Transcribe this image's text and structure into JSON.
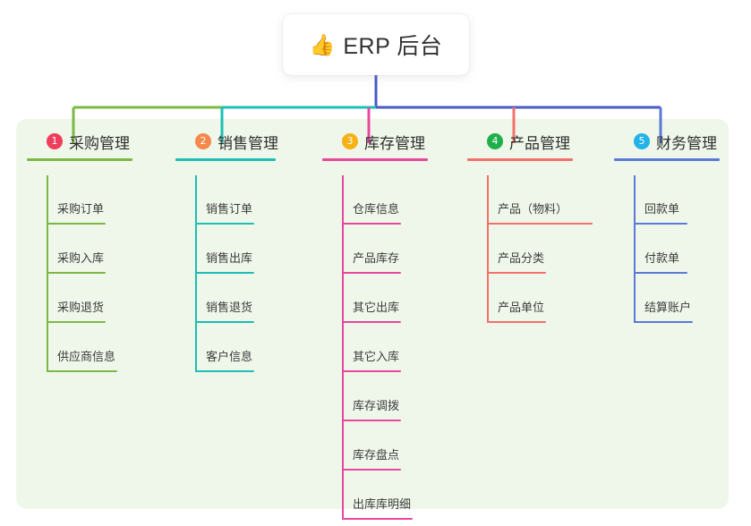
{
  "root": {
    "icon": "thumbs-up-emoji",
    "emoji": "👍",
    "title": "ERP 后台"
  },
  "palette": {
    "panel_bg": "#eff7ea",
    "page_bg": "#ffffff",
    "root_stem": "#4b5bc4",
    "text": "#3a3a3a"
  },
  "columns": [
    {
      "number": "1",
      "title": "采购管理",
      "badge_color": "#ef3e5c",
      "line_color": "#7cb845",
      "items": [
        {
          "label": "采购订单"
        },
        {
          "label": "采购入库"
        },
        {
          "label": "采购退货"
        },
        {
          "label": "供应商信息"
        }
      ]
    },
    {
      "number": "2",
      "title": "销售管理",
      "badge_color": "#f5884a",
      "line_color": "#1dbfb4",
      "items": [
        {
          "label": "销售订单"
        },
        {
          "label": "销售出库"
        },
        {
          "label": "销售退货"
        },
        {
          "label": "客户信息"
        }
      ]
    },
    {
      "number": "3",
      "title": "库存管理",
      "badge_color": "#f6b214",
      "line_color": "#e8479f",
      "items": [
        {
          "label": "仓库信息"
        },
        {
          "label": "产品库存"
        },
        {
          "label": "其它出库"
        },
        {
          "label": "其它入库"
        },
        {
          "label": "库存调拨"
        },
        {
          "label": "库存盘点"
        },
        {
          "label": "出库库明细"
        }
      ]
    },
    {
      "number": "4",
      "title": "产品管理",
      "badge_color": "#20b04b",
      "line_color": "#f4706a",
      "items": [
        {
          "label": "产品（物料）"
        },
        {
          "label": "产品分类"
        },
        {
          "label": "产品单位"
        }
      ]
    },
    {
      "number": "5",
      "title": "财务管理",
      "badge_color": "#22b3e8",
      "line_color": "#5b79d6",
      "items": [
        {
          "label": "回款单"
        },
        {
          "label": "付款单"
        },
        {
          "label": "结算账户"
        }
      ]
    }
  ]
}
